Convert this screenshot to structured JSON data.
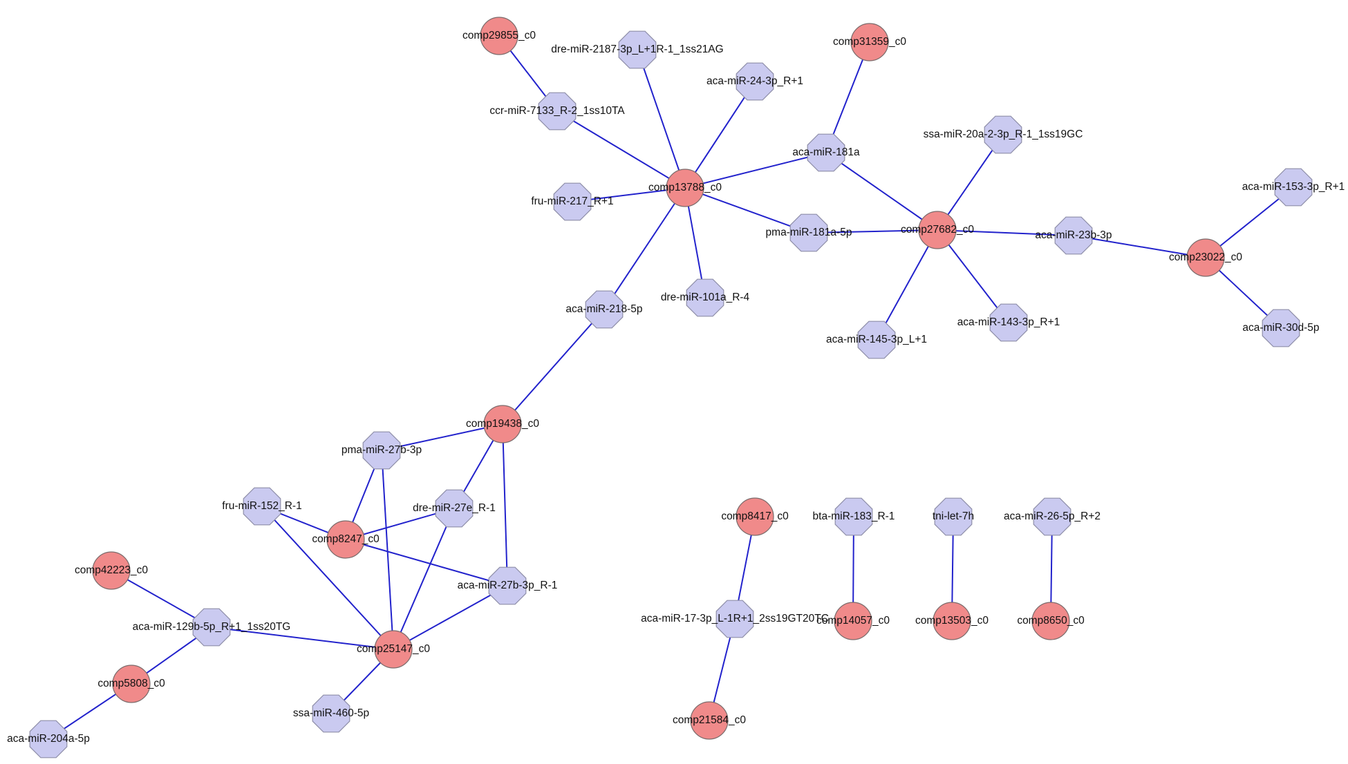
{
  "colors": {
    "edge": "#2222cc",
    "gene_fill": "#f08a8a",
    "mirna_fill": "#cacaf0",
    "label": "#111111",
    "background": "#ffffff"
  },
  "node_shapes": {
    "gene": "circle",
    "mirna": "octagon"
  },
  "nodes": [
    {
      "id": "comp29855_c0",
      "label": "comp29855_c0",
      "type": "gene"
    },
    {
      "id": "dre-miR-2187-3p_L+1R-1_1ss21AG",
      "label": "dre-miR-2187-3p_L+1R-1_1ss21AG",
      "type": "mirna"
    },
    {
      "id": "comp31359_c0",
      "label": "comp31359_c0",
      "type": "gene"
    },
    {
      "id": "aca-miR-24-3p_R+1",
      "label": "aca-miR-24-3p_R+1",
      "type": "mirna"
    },
    {
      "id": "ccr-miR-7133_R-2_1ss10TA",
      "label": "ccr-miR-7133_R-2_1ss10TA",
      "type": "mirna"
    },
    {
      "id": "ssa-miR-20a-2-3p_R-1_1ss19GC",
      "label": "ssa-miR-20a-2-3p_R-1_1ss19GC",
      "type": "mirna"
    },
    {
      "id": "aca-miR-181a",
      "label": "aca-miR-181a",
      "type": "mirna"
    },
    {
      "id": "aca-miR-153-3p_R+1",
      "label": "aca-miR-153-3p_R+1",
      "type": "mirna"
    },
    {
      "id": "comp13788_c0",
      "label": "comp13788_c0",
      "type": "gene"
    },
    {
      "id": "fru-miR-217_R+1",
      "label": "fru-miR-217_R+1",
      "type": "mirna"
    },
    {
      "id": "comp27682_c0",
      "label": "comp27682_c0",
      "type": "gene"
    },
    {
      "id": "pma-miR-181a-5p",
      "label": "pma-miR-181a-5p",
      "type": "mirna"
    },
    {
      "id": "aca-miR-23b-3p",
      "label": "aca-miR-23b-3p",
      "type": "mirna"
    },
    {
      "id": "comp23022_c0",
      "label": "comp23022_c0",
      "type": "gene"
    },
    {
      "id": "dre-miR-101a_R-4",
      "label": "dre-miR-101a_R-4",
      "type": "mirna"
    },
    {
      "id": "aca-miR-218-5p",
      "label": "aca-miR-218-5p",
      "type": "mirna"
    },
    {
      "id": "aca-miR-143-3p_R+1",
      "label": "aca-miR-143-3p_R+1",
      "type": "mirna"
    },
    {
      "id": "aca-miR-30d-5p",
      "label": "aca-miR-30d-5p",
      "type": "mirna"
    },
    {
      "id": "aca-miR-145-3p_L+1",
      "label": "aca-miR-145-3p_L+1",
      "type": "mirna"
    },
    {
      "id": "comp19438_c0",
      "label": "comp19438_c0",
      "type": "gene"
    },
    {
      "id": "pma-miR-27b-3p",
      "label": "pma-miR-27b-3p",
      "type": "mirna"
    },
    {
      "id": "fru-miR-152_R-1",
      "label": "fru-miR-152_R-1",
      "type": "mirna"
    },
    {
      "id": "dre-miR-27e_R-1",
      "label": "dre-miR-27e_R-1",
      "type": "mirna"
    },
    {
      "id": "comp8247_c0",
      "label": "comp8247_c0",
      "type": "gene"
    },
    {
      "id": "comp42223_c0",
      "label": "comp42223_c0",
      "type": "gene"
    },
    {
      "id": "aca-miR-27b-3p_R-1",
      "label": "aca-miR-27b-3p_R-1",
      "type": "mirna"
    },
    {
      "id": "aca-miR-129b-5p_R+1_1ss20TG",
      "label": "aca-miR-129b-5p_R+1_1ss20TG",
      "type": "mirna"
    },
    {
      "id": "comp25147_c0",
      "label": "comp25147_c0",
      "type": "gene"
    },
    {
      "id": "comp5808_c0",
      "label": "comp5808_c0",
      "type": "gene"
    },
    {
      "id": "ssa-miR-460-5p",
      "label": "ssa-miR-460-5p",
      "type": "mirna"
    },
    {
      "id": "aca-miR-204a-5p",
      "label": "aca-miR-204a-5p",
      "type": "mirna"
    },
    {
      "id": "comp8417_c0",
      "label": "comp8417_c0",
      "type": "gene"
    },
    {
      "id": "bta-miR-183_R-1",
      "label": "bta-miR-183_R-1",
      "type": "mirna"
    },
    {
      "id": "tni-let-7h",
      "label": "tni-let-7h",
      "type": "mirna"
    },
    {
      "id": "aca-miR-26-5p_R+2",
      "label": "aca-miR-26-5p_R+2",
      "type": "mirna"
    },
    {
      "id": "aca-miR-17-3p_L-1R+1_2ss19GT20TC",
      "label": "aca-miR-17-3p_L-1R+1_2ss19GT20TC",
      "type": "mirna"
    },
    {
      "id": "comp14057_c0",
      "label": "comp14057_c0",
      "type": "gene"
    },
    {
      "id": "comp13503_c0",
      "label": "comp13503_c0",
      "type": "gene"
    },
    {
      "id": "comp8650_c0",
      "label": "comp8650_c0",
      "type": "gene"
    },
    {
      "id": "comp21584_c0",
      "label": "comp21584_c0",
      "type": "gene"
    }
  ],
  "edges": [
    [
      "comp29855_c0",
      "ccr-miR-7133_R-2_1ss10TA"
    ],
    [
      "ccr-miR-7133_R-2_1ss10TA",
      "comp13788_c0"
    ],
    [
      "dre-miR-2187-3p_L+1R-1_1ss21AG",
      "comp13788_c0"
    ],
    [
      "aca-miR-24-3p_R+1",
      "comp13788_c0"
    ],
    [
      "fru-miR-217_R+1",
      "comp13788_c0"
    ],
    [
      "comp13788_c0",
      "aca-miR-181a"
    ],
    [
      "comp13788_c0",
      "pma-miR-181a-5p"
    ],
    [
      "comp13788_c0",
      "dre-miR-101a_R-4"
    ],
    [
      "comp13788_c0",
      "aca-miR-218-5p"
    ],
    [
      "comp31359_c0",
      "aca-miR-181a"
    ],
    [
      "aca-miR-181a",
      "comp27682_c0"
    ],
    [
      "ssa-miR-20a-2-3p_R-1_1ss19GC",
      "comp27682_c0"
    ],
    [
      "pma-miR-181a-5p",
      "comp27682_c0"
    ],
    [
      "comp27682_c0",
      "aca-miR-23b-3p"
    ],
    [
      "comp27682_c0",
      "aca-miR-143-3p_R+1"
    ],
    [
      "comp27682_c0",
      "aca-miR-145-3p_L+1"
    ],
    [
      "aca-miR-23b-3p",
      "comp23022_c0"
    ],
    [
      "aca-miR-153-3p_R+1",
      "comp23022_c0"
    ],
    [
      "comp23022_c0",
      "aca-miR-30d-5p"
    ],
    [
      "aca-miR-218-5p",
      "comp19438_c0"
    ],
    [
      "comp19438_c0",
      "pma-miR-27b-3p"
    ],
    [
      "comp19438_c0",
      "dre-miR-27e_R-1"
    ],
    [
      "comp19438_c0",
      "aca-miR-27b-3p_R-1"
    ],
    [
      "pma-miR-27b-3p",
      "comp8247_c0"
    ],
    [
      "pma-miR-27b-3p",
      "comp25147_c0"
    ],
    [
      "fru-miR-152_R-1",
      "comp8247_c0"
    ],
    [
      "fru-miR-152_R-1",
      "comp25147_c0"
    ],
    [
      "dre-miR-27e_R-1",
      "comp8247_c0"
    ],
    [
      "dre-miR-27e_R-1",
      "comp25147_c0"
    ],
    [
      "comp8247_c0",
      "aca-miR-27b-3p_R-1"
    ],
    [
      "aca-miR-27b-3p_R-1",
      "comp25147_c0"
    ],
    [
      "comp42223_c0",
      "aca-miR-129b-5p_R+1_1ss20TG"
    ],
    [
      "aca-miR-129b-5p_R+1_1ss20TG",
      "comp25147_c0"
    ],
    [
      "aca-miR-129b-5p_R+1_1ss20TG",
      "comp5808_c0"
    ],
    [
      "comp5808_c0",
      "aca-miR-204a-5p"
    ],
    [
      "comp25147_c0",
      "ssa-miR-460-5p"
    ],
    [
      "comp8417_c0",
      "aca-miR-17-3p_L-1R+1_2ss19GT20TC"
    ],
    [
      "aca-miR-17-3p_L-1R+1_2ss19GT20TC",
      "comp21584_c0"
    ],
    [
      "bta-miR-183_R-1",
      "comp14057_c0"
    ],
    [
      "tni-let-7h",
      "comp13503_c0"
    ],
    [
      "aca-miR-26-5p_R+2",
      "comp8650_c0"
    ]
  ]
}
